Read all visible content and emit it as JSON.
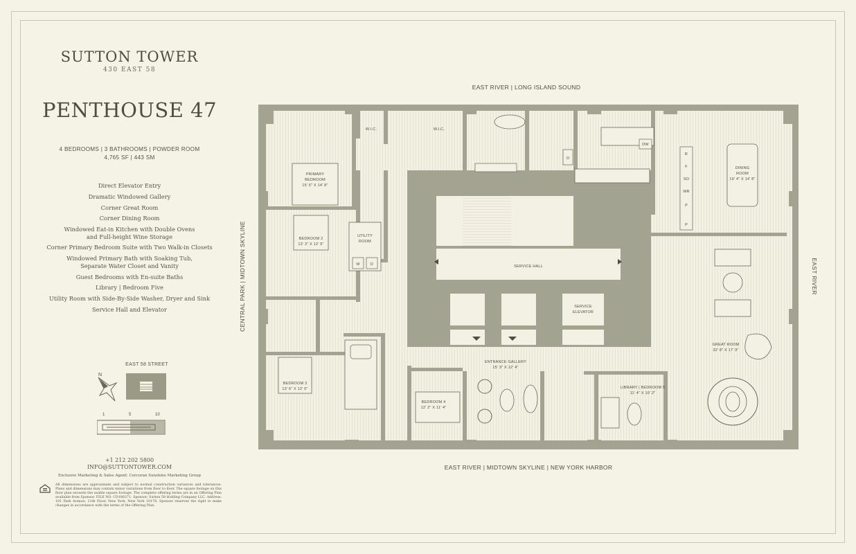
{
  "brand": {
    "name": "SUTTON TOWER",
    "address": "430 EAST 58"
  },
  "title": "PENTHOUSE 47",
  "specs": {
    "line1": "4 BEDROOMS | 3 BATHROOMS | POWDER ROOM",
    "line2": "4,765 SF | 443 SM"
  },
  "features": [
    "Direct Elevator Entry",
    "Dramatic Windowed Gallery",
    "Corner Great Room",
    "Corner Dining Room",
    "Windowed Eat-in Kitchen with Double Ovens",
    "and Full-height Wine Storage",
    "Corner Primary Bedroom Suite with Two Walk-in Closets",
    "Windowed Primary Bath with Soaking Tub,",
    "Separate Water Closet and Vanity",
    "Guest Bedrooms with En-suite Baths",
    "Library | Bedroom Five",
    "Utility Room with Side-By-Side Washer, Dryer and Sink",
    "Service Hall and Elevator"
  ],
  "keyplan": {
    "label": "EAST 58 STREET"
  },
  "compass": {
    "label": "N"
  },
  "scale": {
    "labels": [
      "1",
      "5",
      "10"
    ]
  },
  "contact": {
    "phone": "+1 212 202 5800",
    "email": "INFO@SUTTONTOWER.COM"
  },
  "agent": "Exclusive Marketing & Sales Agent: Corcoran Sunshine Marketing Group",
  "disclaimer": "All dimensions are approximate and subject to normal construction variances and tolerances. Plans and dimensions may contain minor variations from floor to floor. The square footage on this floor plan exceeds the usable square footage. The complete offering terms are in an Offering Plan available from Sponsor. FILE NO. CD180271. Sponsor: Sutton 58 Holding Company LLC. Address: 101 Park Avenue, 11th Floor, New York, New York 10178. Sponsor reserves the right to make changes in accordance with the terms of the Offering Plan.",
  "directions": {
    "top": "EAST RIVER | LONG ISLAND SOUND",
    "bottom": "EAST RIVER | MIDTOWN SKYLINE | NEW YORK HARBOR",
    "left": "CENTRAL PARK | MIDTOWN SKYLINE",
    "right": "EAST RIVER"
  },
  "rooms": {
    "primary_bedroom": {
      "name": "PRIMARY",
      "name2": "BEDROOM",
      "dims": "15' 6\" X 14' 8\""
    },
    "bedroom2": {
      "name": "BEDROOM 2",
      "dims": "13' 3\" X 12' 9\""
    },
    "bedroom3": {
      "name": "BEDROOM 3",
      "dims": "13' 6\" X 12' 0\""
    },
    "bedroom4": {
      "name": "BEDROOM 4",
      "dims": "12' 2\" X 11' 4\""
    },
    "utility": {
      "name": "UTILITY",
      "name2": "ROOM",
      "washer": "W",
      "dryer": "D"
    },
    "wic1": "W.I.C.",
    "wic2": "W.I.C.",
    "service_hall": "SERVICE HALL",
    "service_elevator": {
      "name": "SERVICE",
      "name2": "ELEVATOR"
    },
    "entrance_gallery": {
      "name": "ENTRANCE GALLERY",
      "dims": "15' 3\" X 12' 4\""
    },
    "library": {
      "name": "LIBRARY | BEDROOM 5",
      "dims": "11' 4\" X 10' 2\""
    },
    "great_room": {
      "name": "GREAT ROOM",
      "dims": "32' 8\" X 17' 9\""
    },
    "dining_room": {
      "name": "DINING",
      "name2": "ROOM",
      "dims": "19' 4\" X 14' 8\""
    },
    "kitchen_labels": {
      "dw": "DW",
      "o": "O"
    },
    "pantry_labels": [
      "R",
      "F",
      "SO",
      "WR",
      "P",
      "P"
    ]
  }
}
